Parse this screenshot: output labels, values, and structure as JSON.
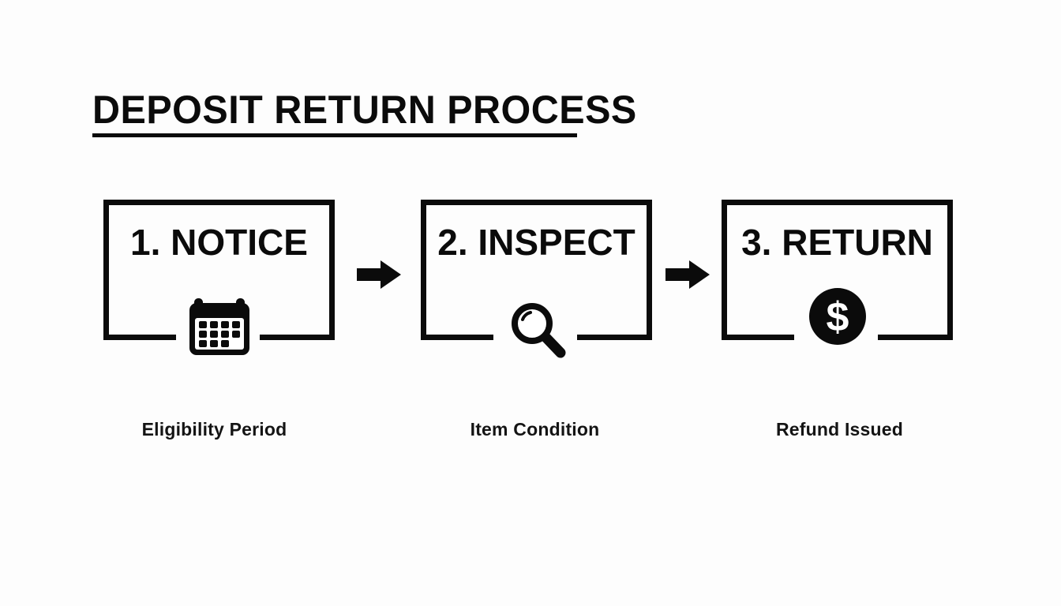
{
  "slide": {
    "background_color": "#fdfdfd",
    "ink_color": "#0b0b0b",
    "title": "DEPOSIT RETURN PROCESS"
  },
  "steps": [
    {
      "label": "1. NOTICE",
      "icon": "calendar-icon",
      "caption": "Eligibility Period"
    },
    {
      "label": "2. INSPECT",
      "icon": "magnifying-glass-icon",
      "caption": "Item Condition"
    },
    {
      "label": "3. RETURN",
      "icon": "dollar-coin-icon",
      "caption": "Refund Issued"
    }
  ],
  "connectors": [
    {
      "icon": "arrow-right-icon"
    },
    {
      "icon": "arrow-right-icon"
    }
  ]
}
